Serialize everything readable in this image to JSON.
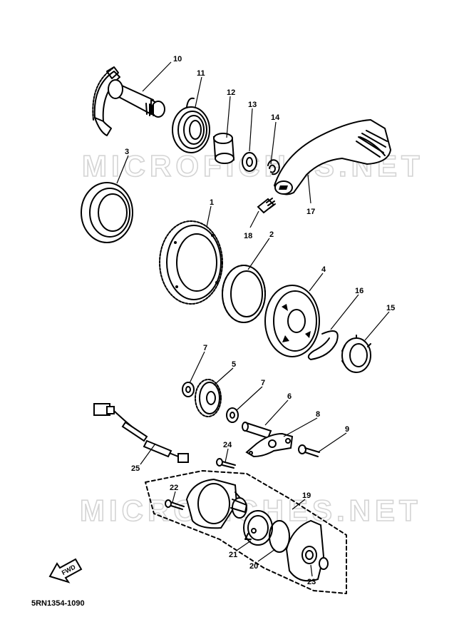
{
  "watermark": "MICROFICHES.NET",
  "diagram_code": "5RN1354-1090",
  "fwd_label": "FWD",
  "callouts": [
    {
      "id": "c10",
      "label": "10"
    },
    {
      "id": "c11",
      "label": "11"
    },
    {
      "id": "c12",
      "label": "12"
    },
    {
      "id": "c13",
      "label": "13"
    },
    {
      "id": "c14",
      "label": "14"
    },
    {
      "id": "c3",
      "label": "3"
    },
    {
      "id": "c1",
      "label": "1"
    },
    {
      "id": "c18",
      "label": "18"
    },
    {
      "id": "c17",
      "label": "17"
    },
    {
      "id": "c2",
      "label": "2"
    },
    {
      "id": "c4",
      "label": "4"
    },
    {
      "id": "c16",
      "label": "16"
    },
    {
      "id": "c15",
      "label": "15"
    },
    {
      "id": "c7a",
      "label": "7"
    },
    {
      "id": "c5",
      "label": "5"
    },
    {
      "id": "c7b",
      "label": "7"
    },
    {
      "id": "c6",
      "label": "6"
    },
    {
      "id": "c8",
      "label": "8"
    },
    {
      "id": "c9",
      "label": "9"
    },
    {
      "id": "c25",
      "label": "25"
    },
    {
      "id": "c24",
      "label": "24"
    },
    {
      "id": "c22",
      "label": "22"
    },
    {
      "id": "c19",
      "label": "19"
    },
    {
      "id": "c21",
      "label": "21"
    },
    {
      "id": "c20",
      "label": "20"
    },
    {
      "id": "c23",
      "label": "23"
    }
  ]
}
